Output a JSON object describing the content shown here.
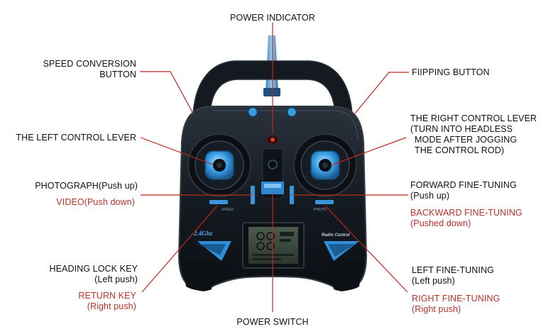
{
  "labels": {
    "power_indicator": "POWER INDICATOR",
    "speed_conversion": [
      "SPEED CONVERSION",
      "BUTTON"
    ],
    "flipping_button": "FIIPPING BUTTON",
    "left_control_lever": "THE LEFT CONTROL LEVER",
    "right_control_lever": [
      "THE RIGHT CONTROL LEVER",
      "(TURN INTO HEADLESS",
      "MODE AFTER JOGGING",
      "THE CONTROL ROD)"
    ],
    "photograph": "PHOTOGRAPH(Push up)",
    "video": "VIDEO(Push down)",
    "forward_fine_tuning": [
      "FORWARD FINE-TUNING",
      "(Push up)"
    ],
    "backward_fine_tuning": [
      "BACKWARD FINE-TUNING",
      "(Pushed down)"
    ],
    "heading_lock_key": [
      "HEADING LOCK KEY",
      "(Left push)"
    ],
    "return_key": [
      "RETURN KEY",
      "(Right push)"
    ],
    "left_fine_tuning": [
      "LEFT FINE-TUNING",
      "(Left push)"
    ],
    "right_fine_tuning": [
      "RIGHT FINE-TUNING",
      "(Right push)"
    ],
    "power_switch": "POWER SWITCH"
  },
  "device_markings": {
    "frequency": "2.4Ghz",
    "radio_control": "Radio Control",
    "left_tag": "SPEED",
    "right_tag": "PHOTO"
  },
  "colors": {
    "leader_line": "#c0281f",
    "body": "#151b22",
    "accent_blue": "#2f8fd8",
    "red_label": "#b8322a"
  }
}
